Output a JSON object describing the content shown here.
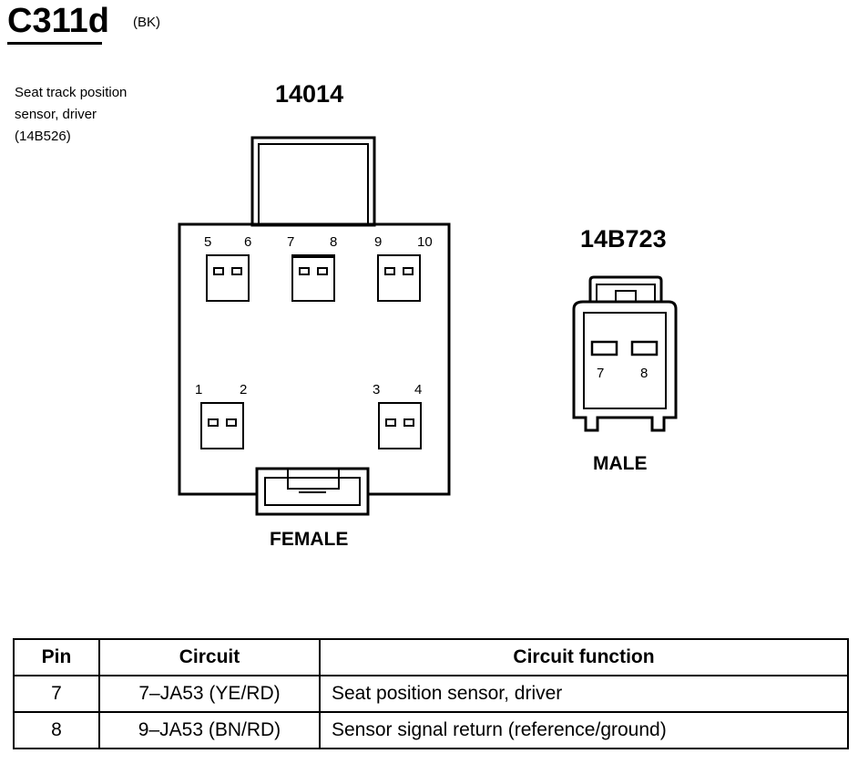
{
  "title": "C311d",
  "color_code": "(BK)",
  "description": [
    "Seat track position",
    "sensor, driver",
    "(14B526)"
  ],
  "female": {
    "part_number": "14014",
    "label": "FEMALE",
    "pin_labels": [
      "5",
      "6",
      "7",
      "8",
      "9",
      "10",
      "1",
      "2",
      "3",
      "4"
    ]
  },
  "male": {
    "part_number": "14B723",
    "label": "MALE",
    "pin_labels": [
      "7",
      "8"
    ]
  },
  "table": {
    "headers": [
      "Pin",
      "Circuit",
      "Circuit function"
    ],
    "rows": [
      [
        "7",
        "7–JA53 (YE/RD)",
        "Seat position sensor, driver"
      ],
      [
        "8",
        "9–JA53 (BN/RD)",
        "Sensor signal return (reference/ground)"
      ]
    ]
  }
}
